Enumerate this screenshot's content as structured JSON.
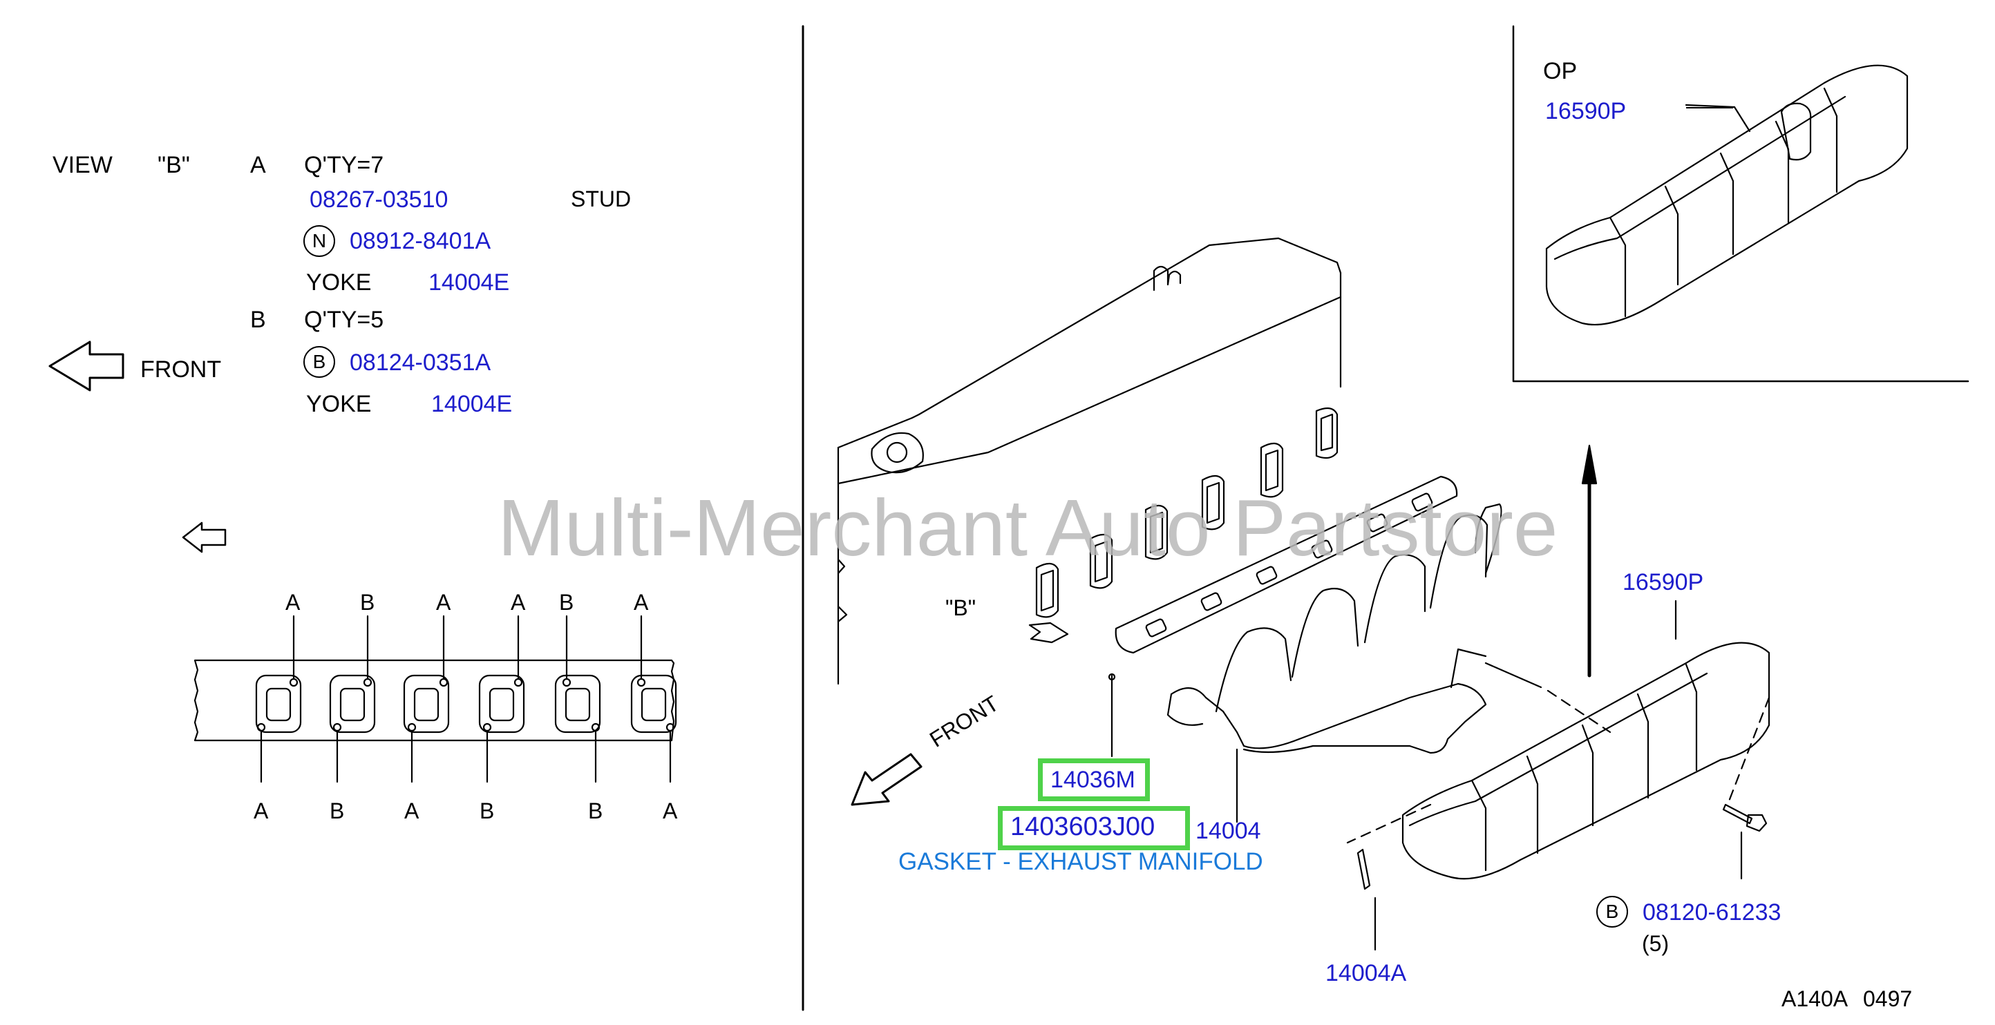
{
  "legend": {
    "view_label": "VIEW",
    "view_value": "\"B\"",
    "group_a_label": "A",
    "group_a_qty": "Q'TY=7",
    "stud_part": "08267-03510",
    "stud_label": "STUD",
    "nut_n_symbol": "N",
    "nut_n_part": "08912-8401A",
    "yoke_label_1": "YOKE",
    "yoke_part_1": "14004E",
    "group_b_label": "B",
    "group_b_qty": "Q'TY=5",
    "bolt_b_symbol": "B",
    "bolt_b_part": "08124-0351A",
    "yoke_label_2": "YOKE",
    "yoke_part_2": "14004E",
    "front_label": "FRONT"
  },
  "stud_layout": {
    "top_letters": [
      "A",
      "B",
      "A",
      "A",
      "B",
      "A"
    ],
    "bottom_letters": [
      "A",
      "B",
      "A",
      "B",
      "B",
      "A"
    ]
  },
  "main_diagram": {
    "view_b_label": "\"B\"",
    "front_label": "FRONT",
    "gasket_part": "14036M",
    "gasket_part_full": "1403603J00",
    "gasket_description": "GASKET - EXHAUST MANIFOLD",
    "manifold_part": "14004",
    "stud_part": "14004A",
    "heat_shield_part": "16590P",
    "bolt_symbol": "B",
    "bolt_part": "08120-61233",
    "bolt_qty": "(5)"
  },
  "inset": {
    "title": "OP",
    "part": "16590P"
  },
  "footer": {
    "code": "A140A",
    "number": "0497"
  },
  "watermark": "Multi-Merchant Auto Partstore",
  "colors": {
    "part_number": "#1d1dcc",
    "highlight": "#4fd24a",
    "description": "#1a7ad9",
    "watermark": "#b9b9b9"
  }
}
